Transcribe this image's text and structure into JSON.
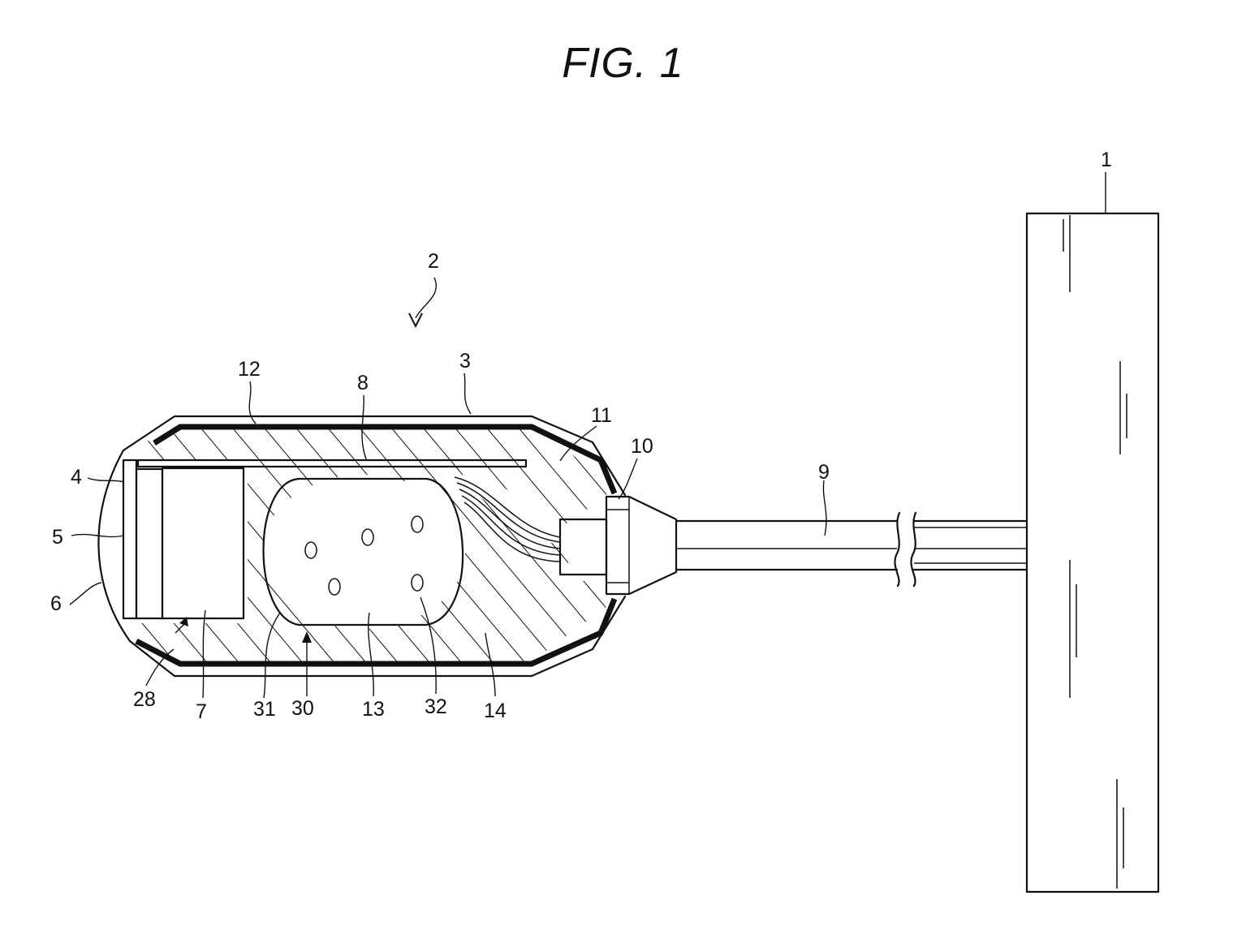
{
  "figure": {
    "title": "FIG. 1",
    "labels": {
      "l1": "1",
      "l2": "2",
      "l3": "3",
      "l4": "4",
      "l5": "5",
      "l6": "6",
      "l7": "7",
      "l8": "8",
      "l9": "9",
      "l10": "10",
      "l11": "11",
      "l12": "12",
      "l13": "13",
      "l14": "14",
      "l28": "28",
      "l30": "30",
      "l31": "31",
      "l32": "32"
    }
  }
}
